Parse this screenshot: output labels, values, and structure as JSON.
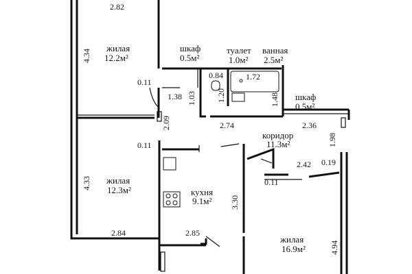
{
  "plan": {
    "rooms": [
      {
        "id": "living-top",
        "name": "жилая",
        "area": "12.2м²"
      },
      {
        "id": "closet-1",
        "name": "шкаф",
        "area": "0.5м²"
      },
      {
        "id": "toilet",
        "name": "туалет",
        "area": "1.0м²"
      },
      {
        "id": "bathroom",
        "name": "ванная",
        "area": "2.5м²"
      },
      {
        "id": "closet-2",
        "name": "шкаф",
        "area": "0.5м²"
      },
      {
        "id": "corridor",
        "name": "коридор",
        "area": "11.3м²"
      },
      {
        "id": "living-mid",
        "name": "жилая",
        "area": "12.3м²"
      },
      {
        "id": "kitchen",
        "name": "кухня",
        "area": "9.1м²"
      },
      {
        "id": "living-big",
        "name": "жилая",
        "area": "16.9м²"
      }
    ],
    "dimensions": [
      {
        "id": "d-282",
        "text": "2.82"
      },
      {
        "id": "d-434",
        "text": "4.34"
      },
      {
        "id": "d-011a",
        "text": "0.11"
      },
      {
        "id": "d-138",
        "text": "1.38"
      },
      {
        "id": "d-103",
        "text": "1.03"
      },
      {
        "id": "d-084",
        "text": "0.84"
      },
      {
        "id": "d-172",
        "text": "1.72"
      },
      {
        "id": "d-120",
        "text": "1.20"
      },
      {
        "id": "d-148",
        "text": "1.48"
      },
      {
        "id": "d-209",
        "text": "2.09"
      },
      {
        "id": "d-274",
        "text": "2.74"
      },
      {
        "id": "d-236",
        "text": "2.36"
      },
      {
        "id": "d-198",
        "text": "1.98"
      },
      {
        "id": "d-011b",
        "text": "0.11"
      },
      {
        "id": "d-242",
        "text": "2.42"
      },
      {
        "id": "d-019",
        "text": "0.19"
      },
      {
        "id": "d-433",
        "text": "4.33"
      },
      {
        "id": "d-330",
        "text": "3.30"
      },
      {
        "id": "d-011c",
        "text": "0.11"
      },
      {
        "id": "d-284",
        "text": "2.84"
      },
      {
        "id": "d-285",
        "text": "2.85"
      },
      {
        "id": "d-494",
        "text": "4.94"
      }
    ]
  }
}
